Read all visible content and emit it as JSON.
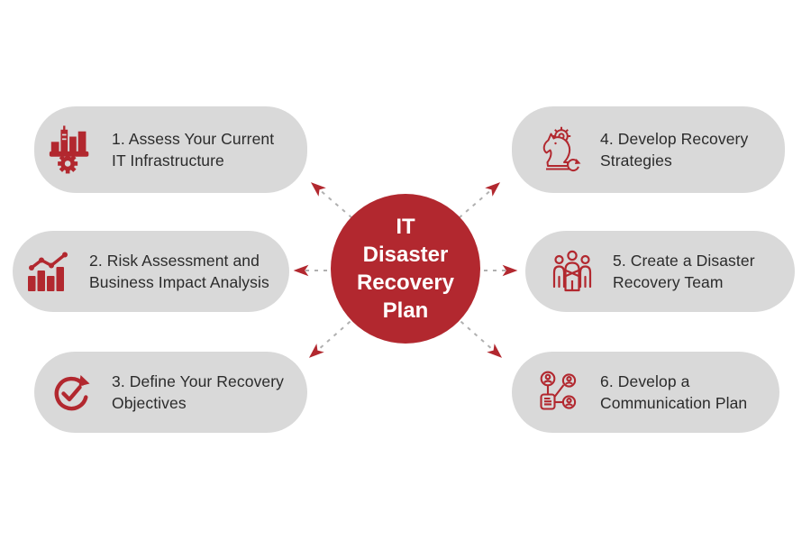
{
  "center": {
    "full_title": "IT Disaster Recovery Plan",
    "lines": [
      "IT",
      "Disaster",
      "Recovery",
      "Plan"
    ]
  },
  "nodes": [
    {
      "id": "1",
      "icon": "infrastructure-gear-icon",
      "full_label": "1. Assess Your Current IT Infrastructure",
      "lines": [
        "1. Assess Your Current",
        "IT Infrastructure"
      ]
    },
    {
      "id": "2",
      "icon": "bar-chart-trend-icon",
      "full_label": "2. Risk Assessment and Business Impact Analysis",
      "lines": [
        "2. Risk Assessment and",
        "Business Impact Analysis"
      ]
    },
    {
      "id": "3",
      "icon": "circular-check-icon",
      "full_label": "3. Define Your Recovery Objectives",
      "lines": [
        "3. Define Your Recovery",
        "Objectives"
      ]
    },
    {
      "id": "4",
      "icon": "chess-knight-gear-icon",
      "full_label": "4. Develop Recovery Strategies",
      "lines": [
        "4. Develop Recovery",
        "Strategies"
      ]
    },
    {
      "id": "5",
      "icon": "team-people-icon",
      "full_label": "5. Create a Disaster Recovery Team",
      "lines": [
        "5. Create a Disaster",
        "Recovery Team"
      ]
    },
    {
      "id": "6",
      "icon": "communication-network-icon",
      "full_label": "6. Develop a Communication Plan",
      "lines": [
        "6. Develop a",
        "Communication Plan"
      ]
    }
  ],
  "colors": {
    "accent_red": "#b2282f",
    "pill_background": "#d9d9d9",
    "text_dark": "#2b2b2b",
    "connector_gray": "#b0b0b0",
    "center_text": "#ffffff",
    "page_background": "#ffffff"
  }
}
